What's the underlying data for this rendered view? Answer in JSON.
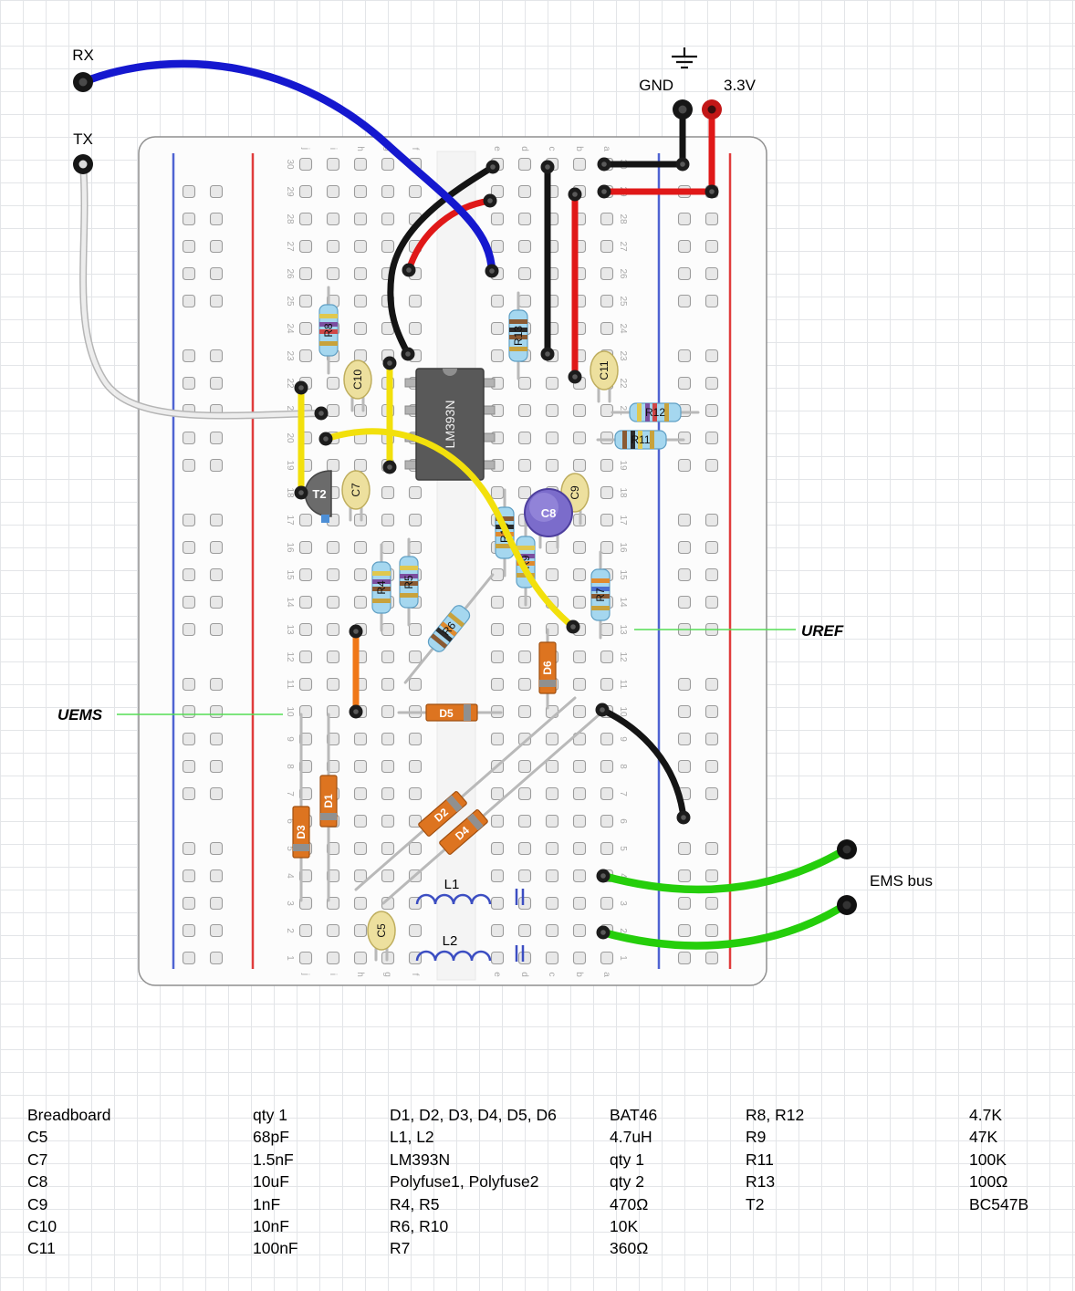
{
  "external": {
    "rx": "RX",
    "tx": "TX",
    "gnd": "GND",
    "v33": "3.3V",
    "ems_bus": "EMS bus"
  },
  "annotations": {
    "uref": "UREF",
    "uems": "UEMS"
  },
  "breadboard": {
    "row_numbers": [
      "1",
      "2",
      "3",
      "4",
      "5",
      "6",
      "7",
      "8",
      "9",
      "10",
      "11",
      "12",
      "13",
      "14",
      "15",
      "16",
      "17",
      "18",
      "19",
      "20",
      "21",
      "22",
      "23",
      "24",
      "25",
      "26",
      "27",
      "28",
      "29",
      "30"
    ],
    "column_letters_left": [
      "j",
      "i",
      "h",
      "g",
      "f"
    ],
    "column_letters_right": [
      "e",
      "d",
      "c",
      "b",
      "a"
    ]
  },
  "components": {
    "ic1": {
      "label": "LM393N"
    },
    "t2": {
      "label": "T2"
    },
    "c5": {
      "label": "C5"
    },
    "c7": {
      "label": "C7"
    },
    "c8": {
      "label": "C8"
    },
    "c9": {
      "label": "C9"
    },
    "c10": {
      "label": "C10"
    },
    "c11": {
      "label": "C11"
    },
    "r4": {
      "label": "R4"
    },
    "r5": {
      "label": "R5"
    },
    "r6": {
      "label": "R6"
    },
    "r7": {
      "label": "R7"
    },
    "r8": {
      "label": "R8"
    },
    "r9": {
      "label": "R9"
    },
    "r10": {
      "label": "R10"
    },
    "r11": {
      "label": "R11"
    },
    "r12": {
      "label": "R12"
    },
    "r13": {
      "label": "R13"
    },
    "d1": {
      "label": "D1"
    },
    "d2": {
      "label": "D2"
    },
    "d3": {
      "label": "D3"
    },
    "d4": {
      "label": "D4"
    },
    "d5": {
      "label": "D5"
    },
    "d6": {
      "label": "D6"
    },
    "l1": {
      "label": "L1"
    },
    "l2": {
      "label": "L2"
    }
  },
  "colors": {
    "wire_blue": "#1518cf",
    "wire_white": "#ededed",
    "wire_black": "#141414",
    "wire_red": "#e01818",
    "wire_yellow": "#f2e00c",
    "wire_orange": "#f07818",
    "wire_green": "#25ce0b",
    "annotation_green": "#55dd55",
    "rail_red": "#e03c3c",
    "rail_blue": "#4f63d2"
  },
  "bom": {
    "col1": [
      "Breadboard",
      "C5",
      "C7",
      "C8",
      "C9",
      "C10",
      "C11"
    ],
    "col2": [
      "qty 1",
      "68pF",
      "1.5nF",
      "10uF",
      "1nF",
      "10nF",
      "100nF"
    ],
    "col3": [
      "D1, D2, D3, D4, D5, D6",
      "L1, L2",
      "LM393N",
      "Polyfuse1, Polyfuse2",
      "R4, R5",
      "R6, R10",
      "R7"
    ],
    "col4": [
      "BAT46",
      "4.7uH",
      "qty 1",
      "qty 2",
      "470Ω",
      "10K",
      "360Ω"
    ],
    "col5": [
      "R8, R12",
      "R9",
      "R11",
      "R13",
      "T2"
    ],
    "col6": [
      "4.7K",
      "47K",
      "100K",
      "100Ω",
      "BC547B"
    ]
  }
}
